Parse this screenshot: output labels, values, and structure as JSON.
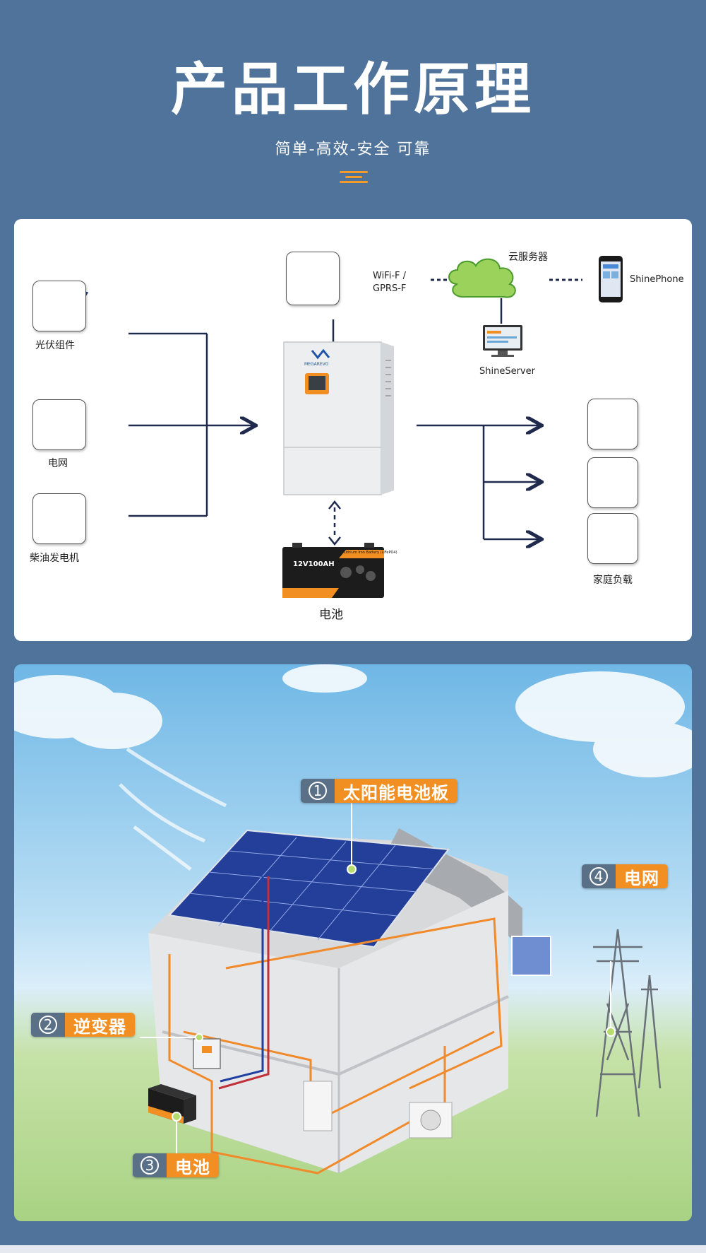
{
  "header": {
    "title": "产品工作原理",
    "subtitle": "简单-高效-安全 可靠"
  },
  "diagram": {
    "sources": [
      {
        "label": "光伏组件",
        "icon": "solar-panel-icon"
      },
      {
        "label": "电网",
        "icon": "power-tower-icon"
      },
      {
        "label": "柴油发电机",
        "icon": "diesel-generator-icon"
      }
    ],
    "monitor": {
      "module_label_line1": "WiFi-F /",
      "module_label_line2": "GPRS-F",
      "cloud_label": "云服务器",
      "server_label": "ShineServer",
      "phone_label": "ShinePhone"
    },
    "inverter": {
      "brand": "MEGAREVO"
    },
    "battery": {
      "label": "电池",
      "model": "12V100AH",
      "top_text": "Lithium Iron Battery (LiFePO4)"
    },
    "loads": {
      "label": "家庭负载",
      "items": [
        "washing-machine-icon",
        "tv-icon",
        "refrigerator-icon"
      ]
    },
    "colors": {
      "line": "#1f2a4d",
      "accent": "#f28f22",
      "tag_dark": "#5a7087"
    }
  },
  "house": {
    "tags": [
      {
        "num": "1",
        "label": "太阳能电池板"
      },
      {
        "num": "2",
        "label": "逆变器"
      },
      {
        "num": "3",
        "label": "电池"
      },
      {
        "num": "4",
        "label": "电网"
      }
    ]
  }
}
